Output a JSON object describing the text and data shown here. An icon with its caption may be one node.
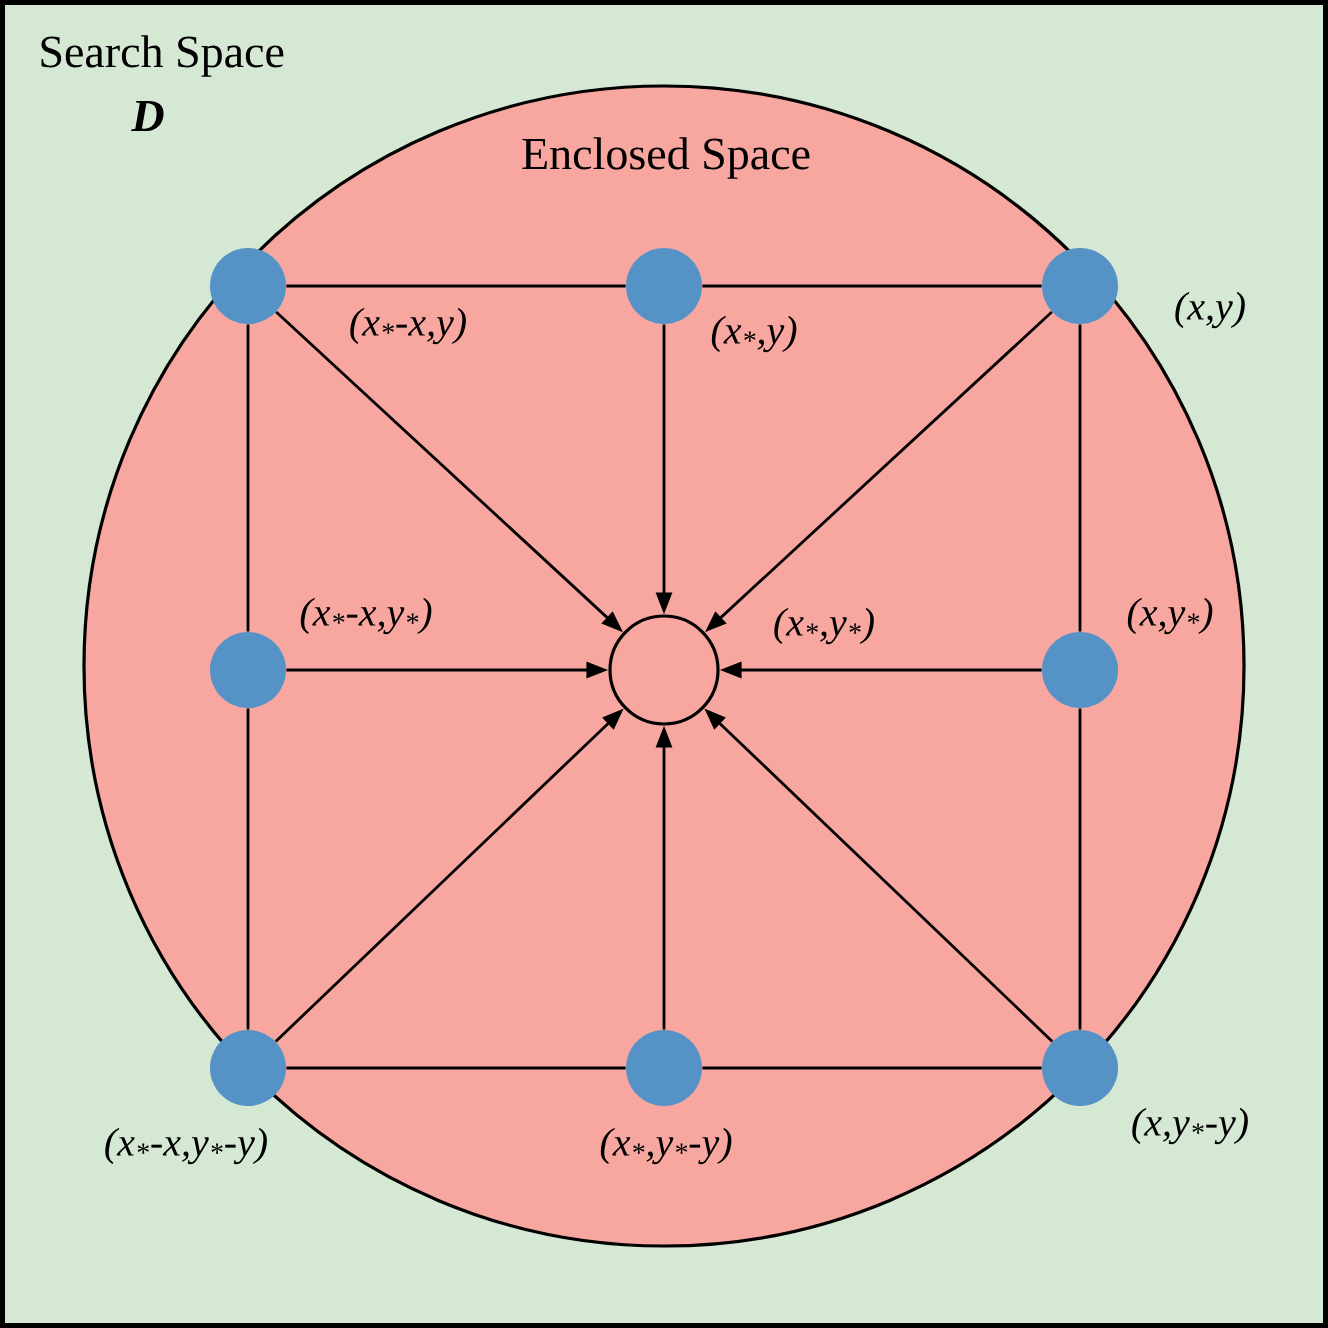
{
  "diagram": {
    "nodes": [
      {
        "text": [
          "Search Space",
          "D"
        ]
      },
      {
        "text": [
          "Enclosed Space"
        ],
        "in": 0
      },
      {
        "text": [],
        "shape": "circle",
        "beside": [
          "(x$_{*}$-x,y)"
        ],
        "in": 1
      },
      {
        "text": [],
        "shape": "circle",
        "beside": [
          "(x$_{*}$,y)"
        ],
        "in": 1
      },
      {
        "text": [],
        "shape": "circle",
        "beside": [
          "(x,y)"
        ],
        "in": 1
      },
      {
        "text": [],
        "shape": "circle",
        "beside": [
          "(x$_{*}$-x,y$_{*}$)"
        ],
        "in": 1
      },
      {
        "text": [],
        "shape": "circle",
        "beside": [
          "(x$_{*}$,y$_{*}$)"
        ],
        "in": 1
      },
      {
        "text": [],
        "shape": "circle",
        "beside": [
          "(x,y$_{*}$)"
        ],
        "in": 1
      },
      {
        "text": [],
        "shape": "circle",
        "beside": [
          "(x$_{*}$-x,y$_{*}$-y)"
        ],
        "in": 1
      },
      {
        "text": [],
        "shape": "circle",
        "beside": [
          "(x$_{*}$,y$_{*}$-y)"
        ],
        "in": 1
      },
      {
        "text": [],
        "shape": "circle",
        "beside": [
          "(x,y$_{*}$-y)"
        ],
        "in": 1
      }
    ],
    "edges": [
      {
        "from": 2,
        "to": 3,
        "arrow": "none"
      },
      {
        "from": 3,
        "to": 4,
        "arrow": "none"
      },
      {
        "from": 4,
        "to": 7,
        "arrow": "none"
      },
      {
        "from": 7,
        "to": 10,
        "arrow": "none"
      },
      {
        "from": 10,
        "to": 9,
        "arrow": "none"
      },
      {
        "from": 9,
        "to": 8,
        "arrow": "none"
      },
      {
        "from": 8,
        "to": 5,
        "arrow": "none"
      },
      {
        "from": 5,
        "to": 2,
        "arrow": "none"
      },
      {
        "from": 2,
        "to": 6,
        "arrow": "to"
      },
      {
        "from": 3,
        "to": 6,
        "arrow": "to"
      },
      {
        "from": 4,
        "to": 6,
        "arrow": "to"
      },
      {
        "from": 5,
        "to": 6,
        "arrow": "to"
      },
      {
        "from": 7,
        "to": 6,
        "arrow": "to"
      },
      {
        "from": 8,
        "to": 6,
        "arrow": "to"
      },
      {
        "from": 9,
        "to": 6,
        "arrow": "to"
      },
      {
        "from": 10,
        "to": 6,
        "arrow": "to"
      }
    ]
  }
}
